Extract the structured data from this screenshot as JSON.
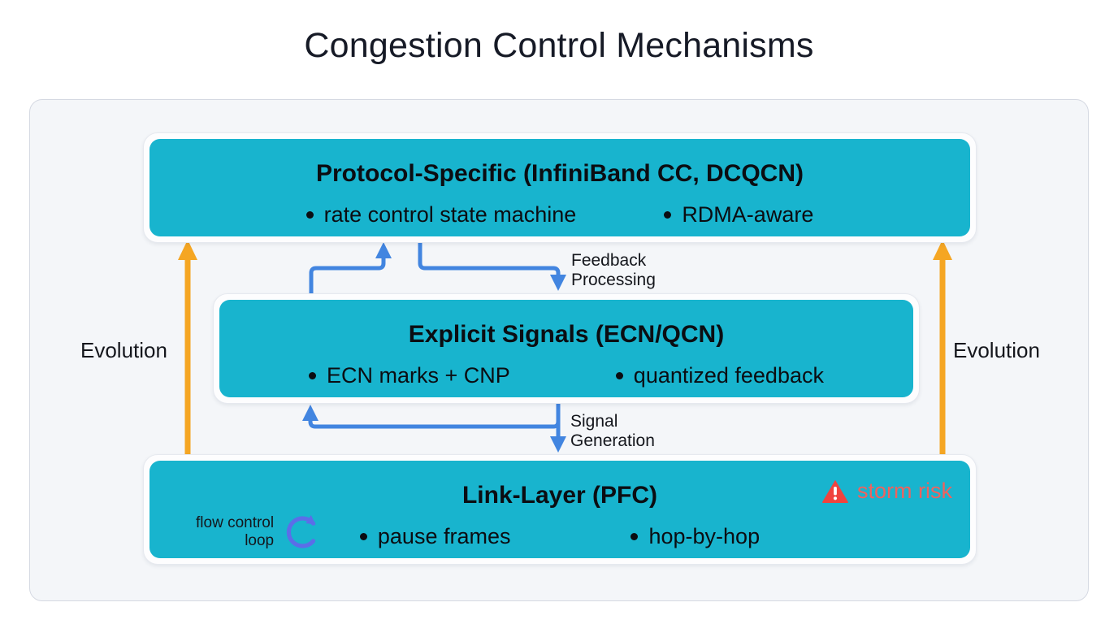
{
  "title": "Congestion Control Mechanisms",
  "colors": {
    "layer_fill": "#18b4ce",
    "panel_bg": "#f4f6f9",
    "evolution_arrow": "#f5a623",
    "flow_arrow": "#4285e0",
    "loop_arrow": "#5b6ee8",
    "warning": "#f0433e",
    "storm_text": "#f0625e",
    "page_bg": "#ffffff"
  },
  "layers": [
    {
      "id": "protocol-specific",
      "title": "Protocol-Specific (InfiniBand CC, DCQCN)",
      "bullets": [
        "rate control state machine",
        "RDMA-aware"
      ]
    },
    {
      "id": "explicit-signals",
      "title": "Explicit Signals (ECN/QCN)",
      "bullets": [
        "ECN marks + CNP",
        "quantized feedback"
      ]
    },
    {
      "id": "link-layer",
      "title": "Link-Layer (PFC)",
      "bullets": [
        "pause frames",
        "hop-by-hop"
      ]
    }
  ],
  "annotations": {
    "storm_risk": "storm risk",
    "storm_risk_icon": "warning-triangle-icon",
    "flow_control_loop_line1": "flow control",
    "flow_control_loop_line2": "loop",
    "flow_control_loop_icon": "circular-arrow-icon",
    "evolution_left": "Evolution",
    "evolution_right": "Evolution",
    "feedback_line1": "Feedback",
    "feedback_line2": "Processing",
    "signal_line1": "Signal",
    "signal_line2": "Generation"
  }
}
